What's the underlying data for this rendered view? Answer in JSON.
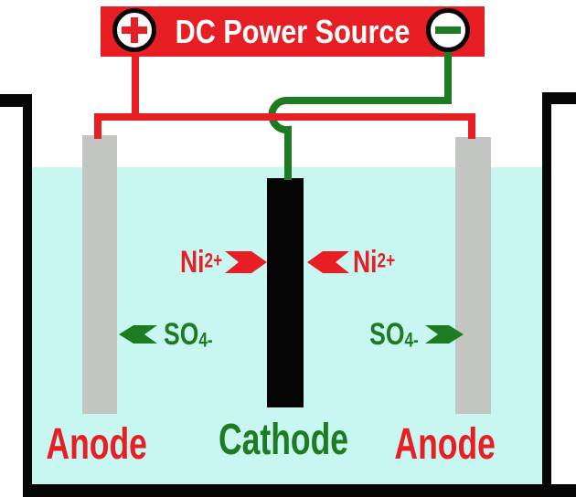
{
  "power_source": {
    "title": "DC Power Source",
    "positive_icon": "plus-icon",
    "negative_icon": "minus-icon"
  },
  "electrode_labels": {
    "left": "Anode",
    "center": "Cathode",
    "right": "Anode"
  },
  "ions": {
    "nickel": {
      "symbol": "Ni",
      "charge": "2+"
    },
    "sulfate": {
      "symbol": "SO",
      "charge": "4-"
    }
  },
  "colors": {
    "red": "#e81e25",
    "green": "#1d7c21",
    "water": "#c8f6f1",
    "electrode_gray": "#c3c5c3"
  }
}
